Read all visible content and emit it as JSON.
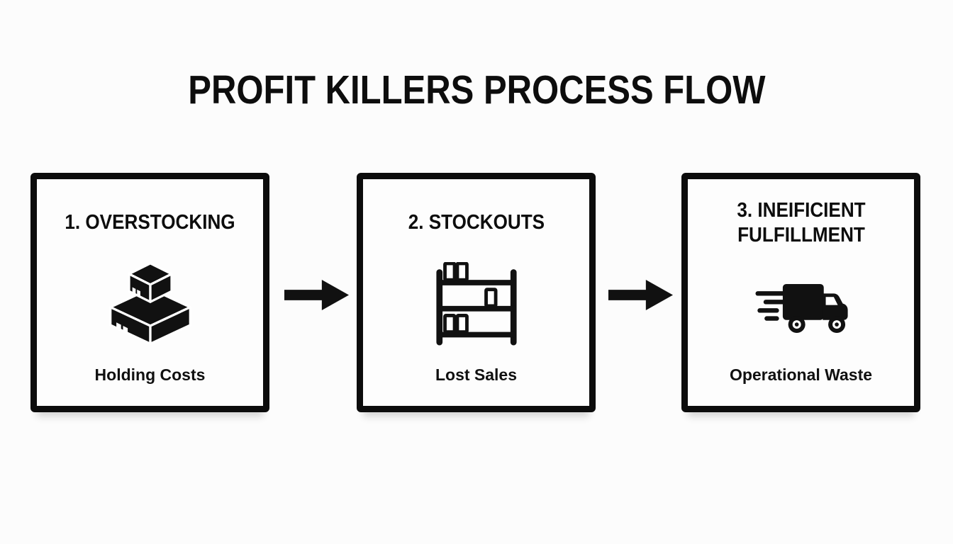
{
  "title": "PROFIT KILLERS PROCESS FLOW",
  "colors": {
    "ink": "#0d0d0d",
    "background": "#fcfcfc",
    "box_border": "#0c0c0c",
    "box_background": "#fdfdfd"
  },
  "steps": [
    {
      "heading": "1. OVERSTOCKING",
      "icon": "stacked-boxes-icon",
      "caption": "Holding Costs"
    },
    {
      "heading": "2. STOCKOUTS",
      "icon": "shelf-icon",
      "caption": "Lost Sales"
    },
    {
      "heading": "3. INEIFICIENT FULFILLMENT",
      "icon": "delivery-truck-icon",
      "caption": "Operational Waste"
    }
  ],
  "connectors": [
    {
      "type": "arrow-right"
    },
    {
      "type": "arrow-right"
    }
  ]
}
